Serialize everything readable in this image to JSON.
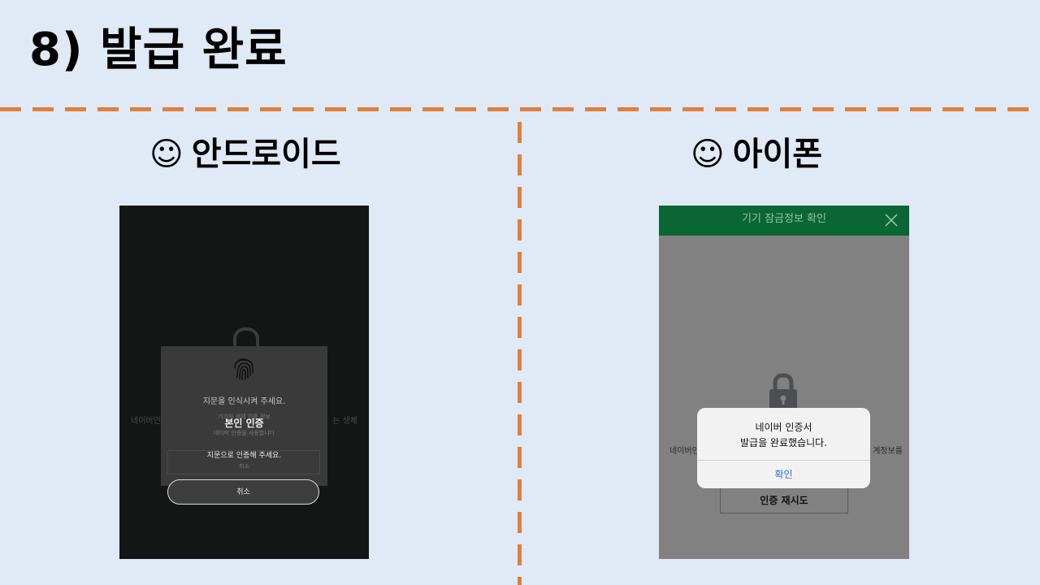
{
  "slide": {
    "title": "8) 발급 완료"
  },
  "android": {
    "heading_icon": "☺",
    "heading": "안드로이드",
    "background": {
      "side_left": "네이버인",
      "side_right": "는 생체"
    },
    "dialog": {
      "underlay_title": "지문을 인식시켜 주세요.",
      "underlay_line1": "기기의 생체 인증 정보",
      "underlay_line2": "네이버 인증을 사용합니다",
      "underlay_button": "취소",
      "title": "본인 인증",
      "message": "지문으로 인증해 주세요.",
      "cancel_label": "취소"
    }
  },
  "ios": {
    "heading_icon": "☺",
    "heading": "아이폰",
    "header_title": "기기 잠금정보 확인",
    "background": {
      "side_left": "네이버인",
      "side_right": "계정보를",
      "retry_label": "인증 재시도"
    },
    "alert": {
      "line1": "네이버 인증서",
      "line2": "발급을 완료했습니다.",
      "ok_label": "확인"
    }
  },
  "colors": {
    "background": "#dfeaf6",
    "dash": "#e07f3c",
    "ios_header": "#0a6634",
    "ios_link": "#2a6fd6"
  }
}
